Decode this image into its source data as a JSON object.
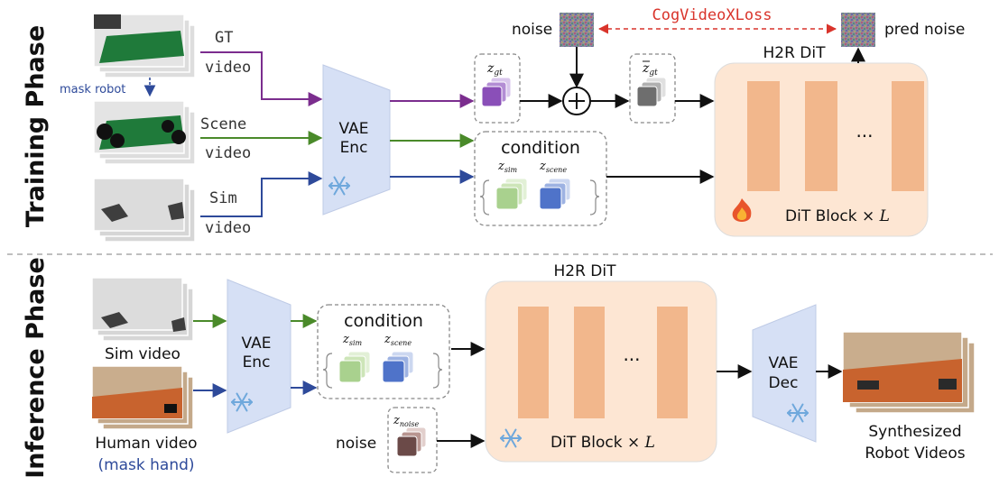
{
  "phases": {
    "training": "Training Phase",
    "inference": "Inference Phase"
  },
  "training": {
    "gt_video_line1": "GT",
    "gt_video_line2": "video",
    "mask_robot": "mask robot",
    "scene_video_line1": "Scene",
    "scene_video_line2": "video",
    "sim_video_line1": "Sim",
    "sim_video_line2": "video",
    "vae_enc_line1": "VAE",
    "vae_enc_line2": "Enc",
    "noise_label": "noise",
    "pred_noise_label": "pred noise",
    "loss_label": "CogVideoXLoss",
    "z_gt": "z",
    "z_gt_sub": "gt",
    "z_gt_tilde": "z",
    "z_gt_tilde_sub": "gt",
    "condition": "condition",
    "z_sim": "z",
    "z_sim_sub": "sim",
    "z_scene": "z",
    "z_scene_sub": "scene",
    "h2r_dit": "H2R DiT",
    "ellipsis": "...",
    "dit_block": "DiT Block ×",
    "dit_block_l": "L"
  },
  "inference": {
    "sim_video": "Sim video",
    "human_video": "Human video",
    "mask_hand": "(mask hand)",
    "vae_enc_line1": "VAE",
    "vae_enc_line2": "Enc",
    "condition": "condition",
    "z_sim": "z",
    "z_sim_sub": "sim",
    "z_scene": "z",
    "z_scene_sub": "scene",
    "noise_label": "noise",
    "z_noise": "z",
    "z_noise_sub": "noise",
    "h2r_dit": "H2R DiT",
    "ellipsis": "...",
    "dit_block": "DiT Block ×",
    "dit_block_l": "L",
    "vae_dec_line1": "VAE",
    "vae_dec_line2": "Dec",
    "output_line1": "Synthesized",
    "output_line2": "Robot Videos"
  },
  "colors": {
    "gt_arrow": "#7b2d8e",
    "scene_arrow": "#4a8a2a",
    "sim_arrow": "#2e4a9a",
    "loss": "#d9342b",
    "mask_text": "#2e4a9a",
    "vae_fill": "#d6e0f5",
    "dit_fill": "#fde6d3",
    "dit_block": "#f2b78c"
  }
}
